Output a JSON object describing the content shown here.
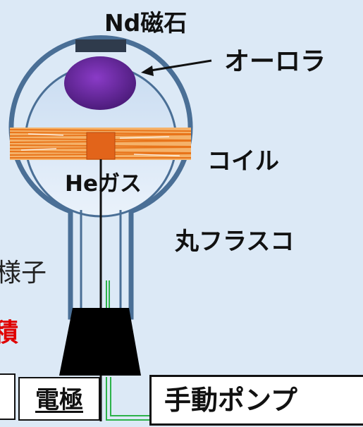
{
  "labels": {
    "magnet": "Nd磁石",
    "aurora": "オーロラ",
    "coil": "コイル",
    "gas": "Heガス",
    "flask": "丸フラスコ",
    "partial_left_1": "様子",
    "partial_left_2": "積",
    "electrode": "電極",
    "pump": "手動ポンプ"
  },
  "colors": {
    "background": "#dce9f6",
    "flask_outline": "#4a6f96",
    "aurora_glow": "#6a2a9e",
    "coil": "#f08a2c",
    "stopper": "#000000",
    "tube": "#2db34a",
    "highlight_text": "#e00000"
  }
}
